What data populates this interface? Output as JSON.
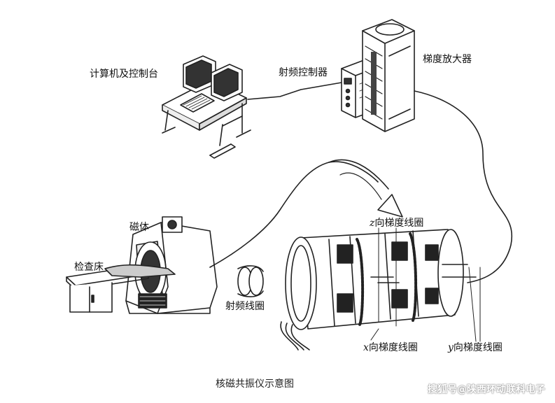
{
  "diagram": {
    "labels": {
      "computer_console": "计算机及控制台",
      "rf_controller": "射频控制器",
      "gradient_amplifier": "梯度放大器",
      "magnet": "磁体",
      "exam_bed": "检查床",
      "rf_coil": "射频线圈",
      "z_gradient_coil_axis": "z",
      "z_gradient_coil_text": "向梯度线圈",
      "x_gradient_coil_axis": "x",
      "x_gradient_coil_text": "向梯度线圈",
      "y_gradient_coil_axis": "y",
      "y_gradient_coil_text": "向梯度线圈"
    },
    "caption": "核磁共振仪示意图"
  },
  "watermark": "搜狐号@陕西环动联科电子"
}
